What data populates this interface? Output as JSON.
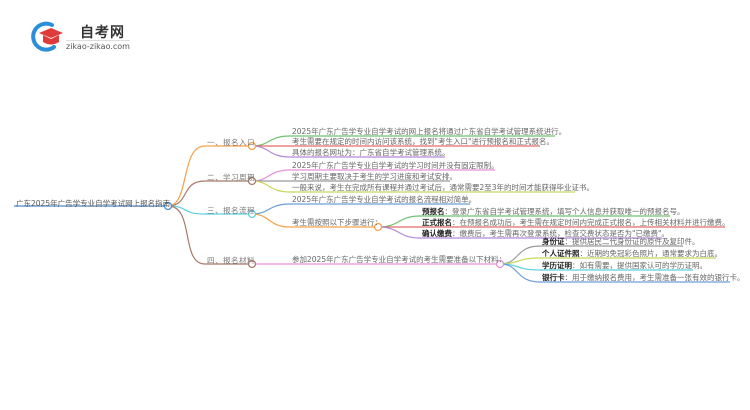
{
  "logo": {
    "title": "自考网",
    "url": "zikao-zikao.com",
    "colors": {
      "ring": "#2a8fd8",
      "cap": "#e03a3a"
    }
  },
  "mindmap": {
    "root": "广东2025年广告学专业自学考试网上报名指南",
    "branches": [
      {
        "label": "一、报名入口",
        "color": "#f5a04a",
        "children": [
          {
            "text": "2025年广东广告学专业自学考试的网上报名将通过广东省自学考试管理系统进行。",
            "color": "#6cc26c"
          },
          {
            "text": "考生需要在规定的时间内访问该系统，找到\"考生入口\"进行预报名和正式报名。",
            "color": "#e86a6a"
          },
          {
            "text": "具体的报名网址为：广东省自学考试管理系统。",
            "color": "#b48ad8"
          }
        ]
      },
      {
        "label": "二、学习周期",
        "color": "#a87a6a",
        "children": [
          {
            "text": "2025年广东广告学专业自学考试的学习时间并没有固定限制。",
            "color": "#e890d8"
          },
          {
            "text": "学习周期主要取决于考生的学习进度和考试安排。",
            "color": "#999999"
          },
          {
            "text": "一般来说，考生在完成所有课程并通过考试后，通常需要2至3年的时间才能获得毕业证书。",
            "color": "#c8d85a"
          }
        ]
      },
      {
        "label": "三、报名流程",
        "color": "#5ad0e0",
        "children": [
          {
            "text": "2025年广东广告学专业自学考试的报名流程相对简单。",
            "color": "#6a9ed8"
          },
          {
            "text": "考生需按照以下步骤进行：",
            "color": "#f5a04a",
            "children": [
              {
                "term": "预报名",
                "text": "：登录广东省自学考试管理系统，填写个人信息并获取唯一的预报名号。",
                "color": "#6cc26c"
              },
              {
                "term": "正式报名",
                "text": "：在预报名成功后，考生需在规定时间内完成正式报名，上传相关材料并进行缴费。",
                "color": "#e86a6a"
              },
              {
                "term": "确认缴费",
                "text": "：缴费后，考生需再次登录系统，检查交费状态是否为\"已缴费\"。",
                "color": "#b48ad8"
              }
            ]
          }
        ]
      },
      {
        "label": "四、报名材料",
        "color": "#a87a6a",
        "children": [
          {
            "text": "参加2025年广东广告学专业自学考试的考生需要准备以下材料：",
            "color": "#e890d8",
            "children": [
              {
                "term": "身份证",
                "text": "：提供居民二代身份证的原件及复印件。",
                "color": "#999999"
              },
              {
                "term": "个人证件照",
                "text": "：近期的免冠彩色照片，通常要求为白底。",
                "color": "#c8d85a"
              },
              {
                "term": "学历证明",
                "text": "：如有需要，提供国家认可的学历证明。",
                "color": "#5ad0e0"
              },
              {
                "term": "银行卡",
                "text": "：用于缴纳报名费用，考生需准备一张有效的银行卡。",
                "color": "#6a9ed8"
              }
            ]
          }
        ]
      }
    ]
  }
}
